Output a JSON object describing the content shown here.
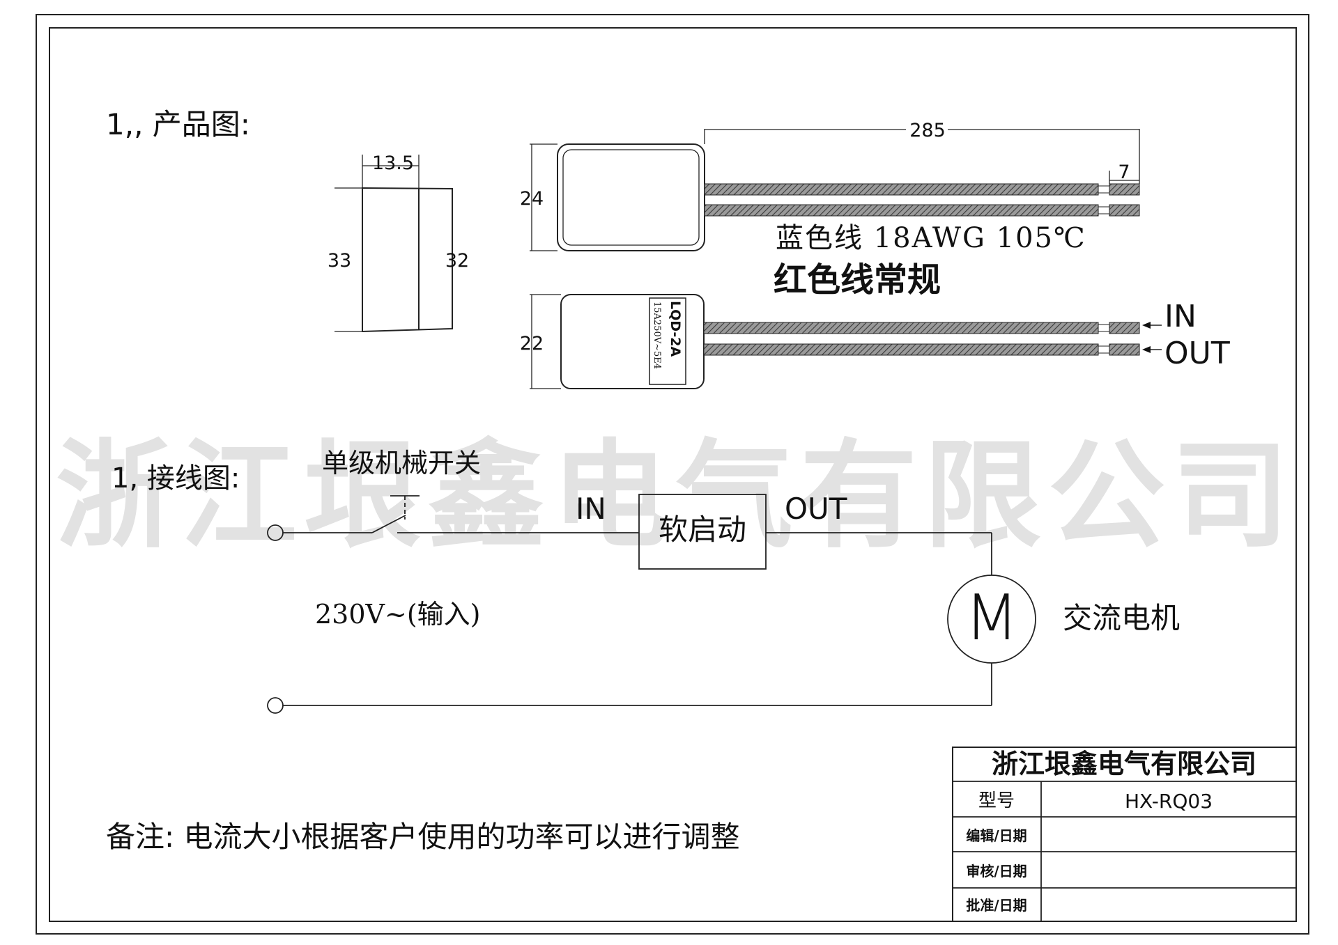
{
  "section1_title": "1,, 产品图:",
  "section2_title": "1, 接线图:",
  "watermark": "浙江垠鑫电气有限公司",
  "dims": {
    "width_side": "13.5",
    "left_height": "33",
    "right_height": "32",
    "wire_length": "285",
    "strip_length": "7",
    "top_body_height": "24",
    "bottom_body_height": "22"
  },
  "wire_spec": "蓝色线 18AWG 105℃",
  "wire_color_note": "红色线常规",
  "label_main": "LQD-2A",
  "label_rating": "15A250V~5E4",
  "lead_in": "IN",
  "lead_out": "OUT",
  "wiring": {
    "switch_label": "单级机械开关",
    "in_label": "IN",
    "out_label": "OUT",
    "box_label": "软启动",
    "input_label": "230V~(输入)",
    "motor_symbol": "M",
    "motor_label": "交流电机"
  },
  "note": "备注: 电流大小根据客户使用的功率可以进行调整",
  "title_block": {
    "company": "浙江垠鑫电气有限公司",
    "model_label": "型号",
    "model_value": "HX-RQ03",
    "edit_label": "编辑/日期",
    "review_label": "审核/日期",
    "approve_label": "批准/日期"
  }
}
